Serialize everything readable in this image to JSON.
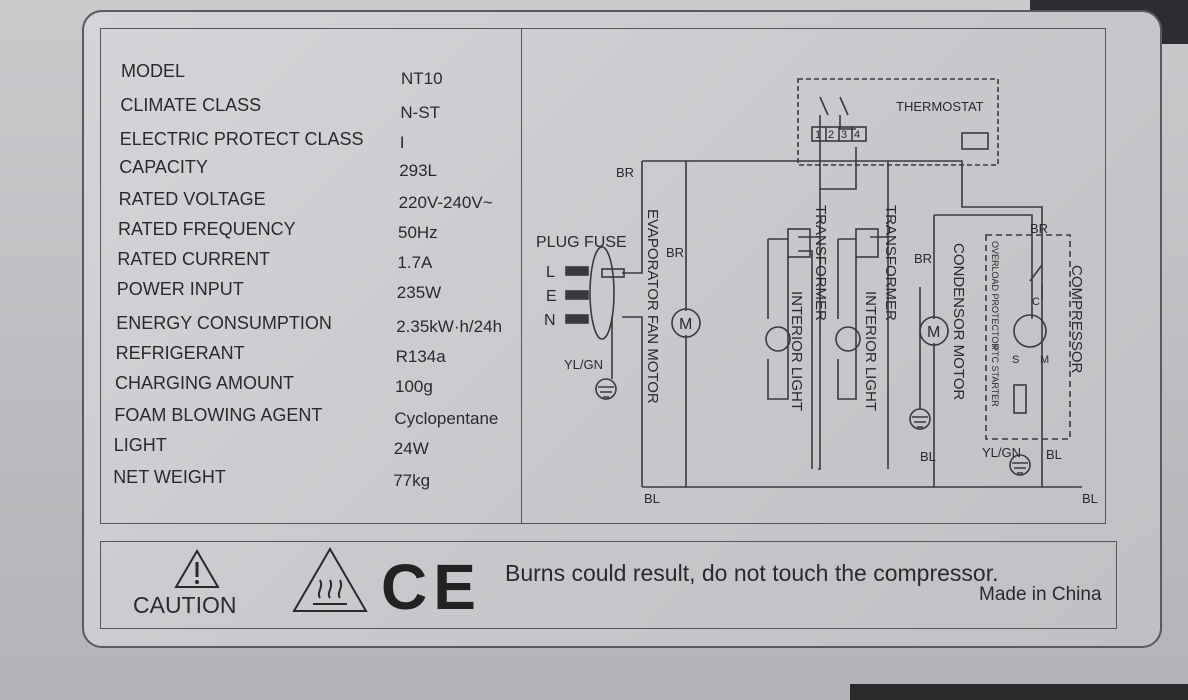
{
  "specs": [
    {
      "key": "MODEL",
      "value": "NT10"
    },
    {
      "key": "CLIMATE CLASS",
      "value": "N-ST"
    },
    {
      "key": "ELECTRIC PROTECT CLASS",
      "value": "I"
    },
    {
      "key": "CAPACITY",
      "value": "293L"
    },
    {
      "key": "RATED VOLTAGE",
      "value": "220V-240V~"
    },
    {
      "key": "RATED FREQUENCY",
      "value": "50Hz"
    },
    {
      "key": "RATED CURRENT",
      "value": "1.7A"
    },
    {
      "key": "POWER INPUT",
      "value": "235W"
    },
    {
      "key": "ENERGY CONSUMPTION",
      "value": "2.35kW·h/24h"
    },
    {
      "key": "REFRIGERANT",
      "value": "R134a"
    },
    {
      "key": "CHARGING AMOUNT",
      "value": "100g"
    },
    {
      "key": "FOAM BLOWING AGENT",
      "value": "Cyclopentane"
    },
    {
      "key": "LIGHT",
      "value": "24W"
    },
    {
      "key": "NET WEIGHT",
      "value": "77kg"
    }
  ],
  "diagram": {
    "plug_fuse": "PLUG FUSE",
    "l": "L",
    "e": "E",
    "n": "N",
    "yl_gn": "YL/GN",
    "br": "BR",
    "bl": "BL",
    "thermostat": "THERMOSTAT",
    "terminals": [
      "1",
      "2",
      "3",
      "4"
    ],
    "evaporator_fan_motor": "EVAPORATOR FAN MOTOR",
    "transformer": "TRANSFORMER",
    "interior_light": "INTERIOR LIGHT",
    "condensor_motor": "CONDENSOR MOTOR",
    "compressor": "COMPRESSOR",
    "overload_protector": "OVERLOAD PROTECTOR",
    "ptc_starter": "PTC STARTER",
    "motor_symbol": "M",
    "c": "C",
    "s": "S",
    "m": "M"
  },
  "caution": {
    "label": "CAUTION",
    "ce": "CE",
    "warning": "Burns could result, do not touch the compressor.",
    "origin": "Made in China"
  }
}
